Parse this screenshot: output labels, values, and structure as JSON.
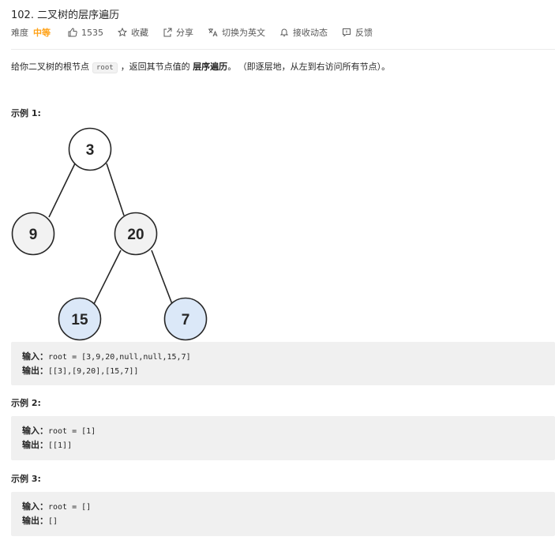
{
  "problem": {
    "title": "102. 二叉树的层序遍历",
    "difficulty_label": "难度",
    "difficulty": "中等",
    "likes": "1535",
    "favorite": "收藏",
    "share": "分享",
    "switch_lang": "切换为英文",
    "follow": "接收动态",
    "feedback": "反馈"
  },
  "description": {
    "part1": "给你二叉树的根节点",
    "code": "root",
    "part2": "，返回其节点值的",
    "bold": "层序遍历",
    "part3": "。",
    "note": "（即逐层地，从左到右访问所有节点）。"
  },
  "examples": [
    {
      "title": "示例 1:",
      "input_label": "输入：",
      "input": "root = [3,9,20,null,null,15,7]",
      "output_label": "输出：",
      "output": "[[3],[9,20],[15,7]]"
    },
    {
      "title": "示例 2:",
      "input_label": "输入：",
      "input": "root = [1]",
      "output_label": "输出：",
      "output": "[[1]]"
    },
    {
      "title": "示例 3:",
      "input_label": "输入：",
      "input": "root = []",
      "output_label": "输出：",
      "output": "[]"
    }
  ],
  "tree": {
    "nodes": [
      {
        "label": "3",
        "fill": "#ffffff"
      },
      {
        "label": "9",
        "fill": "#f2f2f2"
      },
      {
        "label": "20",
        "fill": "#f2f2f2"
      },
      {
        "label": "15",
        "fill": "#dbe8f8"
      },
      {
        "label": "7",
        "fill": "#dbe8f8"
      }
    ]
  },
  "colors": {
    "accent_difficulty": "#ffa116",
    "code_bg": "#f0f0f0"
  }
}
